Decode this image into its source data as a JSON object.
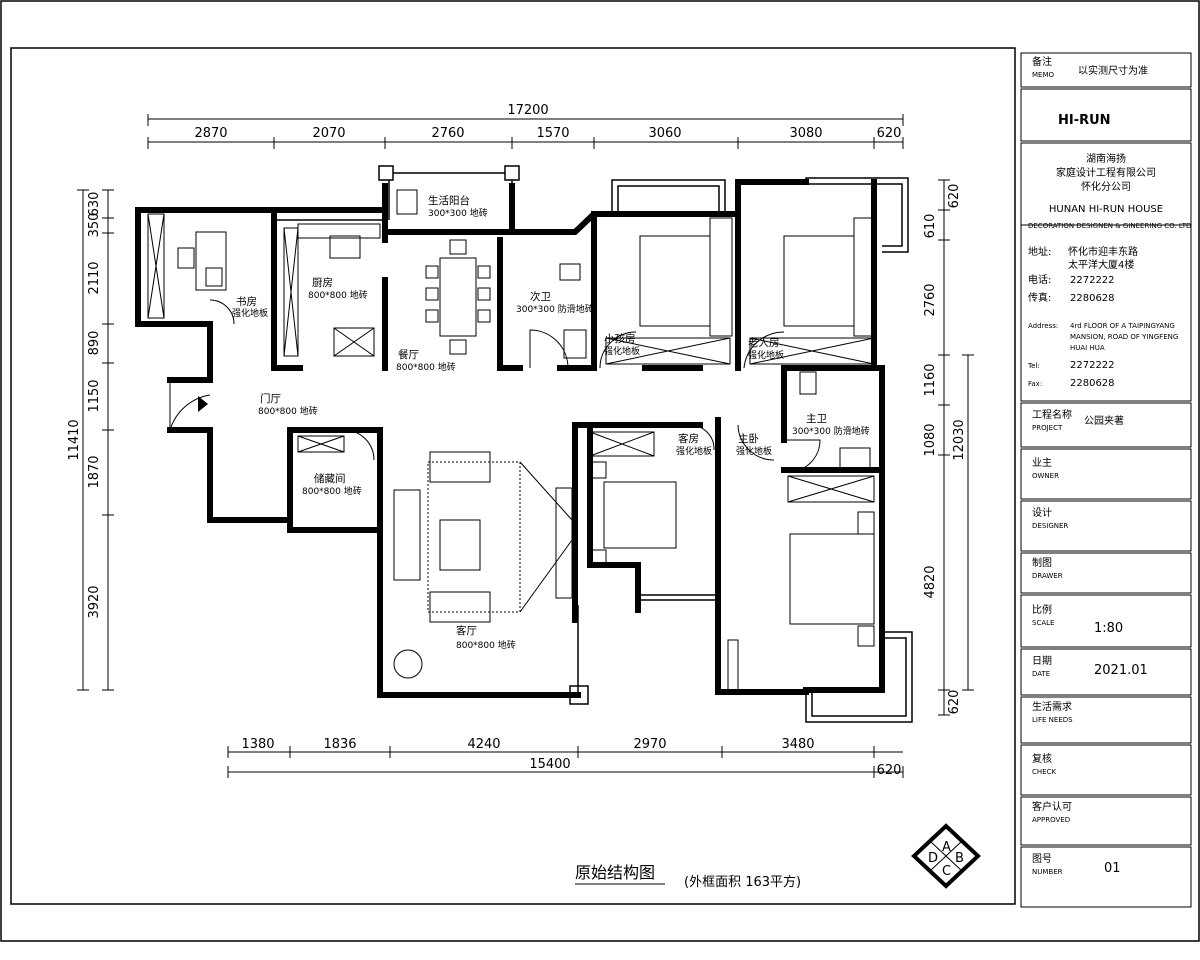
{
  "dims": {
    "top_total": "17200",
    "top": [
      "2870",
      "2070",
      "2760",
      "1570",
      "3060",
      "3080",
      "620"
    ],
    "bottom": [
      "1380",
      "1836",
      "4240",
      "2970",
      "3480"
    ],
    "bottom_total": "15400",
    "bottom_extra": "620",
    "left": [
      "630",
      "350",
      "2110",
      "890",
      "1150",
      "1870",
      "3920"
    ],
    "left_total": "11410",
    "right": [
      "620",
      "610",
      "2760",
      "1160",
      "1080",
      "4820",
      "620"
    ],
    "right_total": "12030"
  },
  "rooms": [
    {
      "name": "生活阳台",
      "floor": "300*300 地砖"
    },
    {
      "name": "书房",
      "floor": "强化地板"
    },
    {
      "name": "厨房",
      "floor": "800*800 地砖"
    },
    {
      "name": "餐厅",
      "floor": "800*800 地砖"
    },
    {
      "name": "次卫",
      "floor": "300*300 防滑地砖"
    },
    {
      "name": "小孩房",
      "floor": "强化地板"
    },
    {
      "name": "老人房",
      "floor": "强化地板"
    },
    {
      "name": "门厅",
      "floor": "800*800 地砖"
    },
    {
      "name": "主卫",
      "floor": "300*300 防滑地砖"
    },
    {
      "name": "客房",
      "floor": "强化地板"
    },
    {
      "name": "主卧",
      "floor": "强化地板"
    },
    {
      "name": "储藏间",
      "floor": "800*800 地砖"
    },
    {
      "name": "客厅",
      "floor": "800*800 地砖"
    }
  ],
  "title": "原始结构图",
  "area_note": "(外框面积 163平方)",
  "compass": [
    "A",
    "B",
    "C",
    "D"
  ],
  "titleblock": {
    "memo_cn": "备注",
    "memo_en": "MEMO",
    "memo_val": "以实测尺寸为准",
    "logo": "HI-RUN",
    "company_cn1": "湖南海扬",
    "company_cn2": "家庭设计工程有限公司",
    "company_cn3": "怀化分公司",
    "company_en1": "HUNAN HI-RUN HOUSE",
    "company_en2": "DECORATION DESIGNEN & GINEERING CO. LTD",
    "addr_cn_label": "地址:",
    "addr_cn1": "怀化市迎丰东路",
    "addr_cn2": "太平洋大厦4楼",
    "tel_cn_label": "电话:",
    "tel_cn": "2272222",
    "fax_cn_label": "传真:",
    "fax_cn": "2280628",
    "addr_en_label": "Address:",
    "addr_en1": "4rd FLOOR OF A TAIPINGYANG",
    "addr_en2": "MANSION, ROAD OF YINGFENG",
    "addr_en3": "HUAI HUA",
    "tel_en_label": "Tel:",
    "tel_en": "2272222",
    "fax_en_label": "Fax:",
    "fax_en": "2280628",
    "fields": [
      {
        "cn": "工程名称",
        "en": "PROJECT",
        "val": "公园夹著"
      },
      {
        "cn": "业主",
        "en": "OWNER",
        "val": ""
      },
      {
        "cn": "设计",
        "en": "DESIGNER",
        "val": ""
      },
      {
        "cn": "制图",
        "en": "DRAWER",
        "val": ""
      },
      {
        "cn": "比例",
        "en": "SCALE",
        "val": "1:80"
      },
      {
        "cn": "日期",
        "en": "DATE",
        "val": "2021.01"
      },
      {
        "cn": "生活需求",
        "en": "LIFE NEEDS",
        "val": ""
      },
      {
        "cn": "复核",
        "en": "CHECK",
        "val": ""
      },
      {
        "cn": "客户认可",
        "en": "APPROVED",
        "val": ""
      },
      {
        "cn": "图号",
        "en": "NUMBER",
        "val": "01"
      }
    ]
  }
}
